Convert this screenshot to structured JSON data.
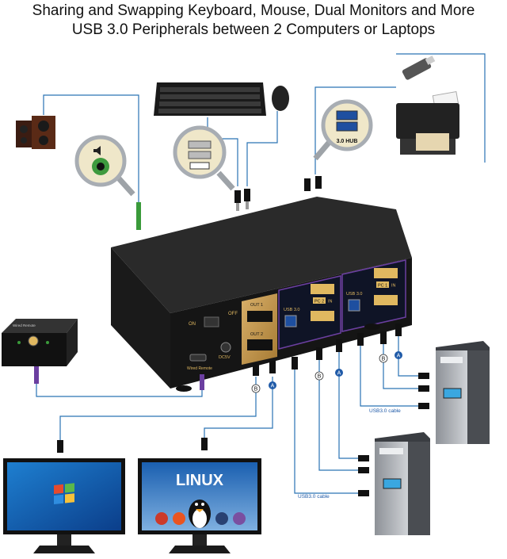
{
  "title": {
    "line1": "Sharing and Swapping Keyboard, Mouse, Dual Monitors and More",
    "line2": "USB 3.0 Peripherals between 2 Computers or Laptops"
  },
  "kvm": {
    "on_label": "ON",
    "off_label": "OFF",
    "out1_label": "OUT 1",
    "out2_label": "OUT 2",
    "pc2_usb_label": "USB 3.0",
    "pc1_usb_label": "USB 3.0",
    "pc2_in_label": "PC 2",
    "pc1_in_label": "PC 1",
    "in_label": "IN",
    "dc_label": "DC5V",
    "wired_remote_label": "Wired Remote"
  },
  "remote": {
    "label": "Wired Remote"
  },
  "hub_label": "3.0 HUB",
  "cable_labels": {
    "usb_cable_1": "USB3.0 cable",
    "usb_cable_2": "USB3.0 cable",
    "port_a": "A",
    "port_b": "B"
  },
  "monitor_right": {
    "brand_text": "LINUX"
  },
  "colors": {
    "line_blue": "#2a73b4",
    "badge_blue": "#1f5aa8",
    "kvm_body": "#1b1b1b",
    "gold": "#c79a4f",
    "purple": "#6b3fa0",
    "green_plug": "#3a9a3a"
  }
}
